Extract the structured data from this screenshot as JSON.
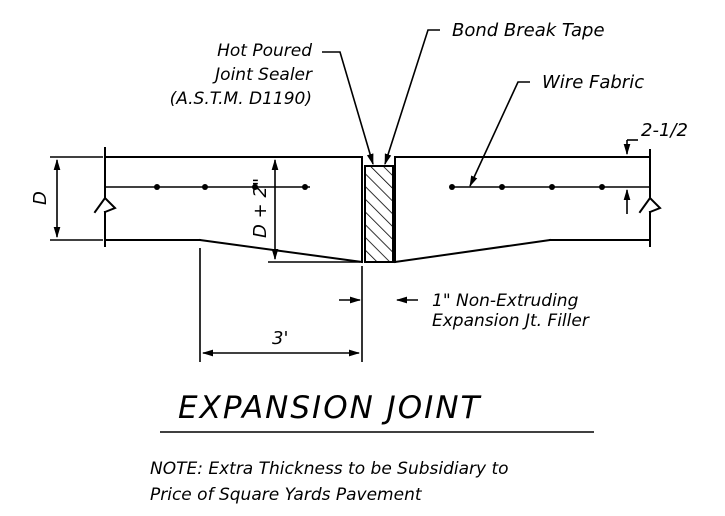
{
  "labels": {
    "bond_break_tape": "Bond Break Tape",
    "hot_poured_1": "Hot Poured",
    "hot_poured_2": "Joint Sealer",
    "hot_poured_3": "(A.S.T.M. D1190)",
    "wire_fabric": "Wire Fabric",
    "cover": "2-1/2",
    "d_label": "D",
    "d_plus_2": "D + 2\"",
    "filler_1": "1\" Non-Extruding",
    "filler_2": "Expansion Jt. Filler",
    "dim_3ft": "3'"
  },
  "title": "EXPANSION JOINT",
  "note": {
    "line1": "NOTE: Extra Thickness to be Subsidiary to",
    "line2": "Price of Square Yards Pavement"
  }
}
